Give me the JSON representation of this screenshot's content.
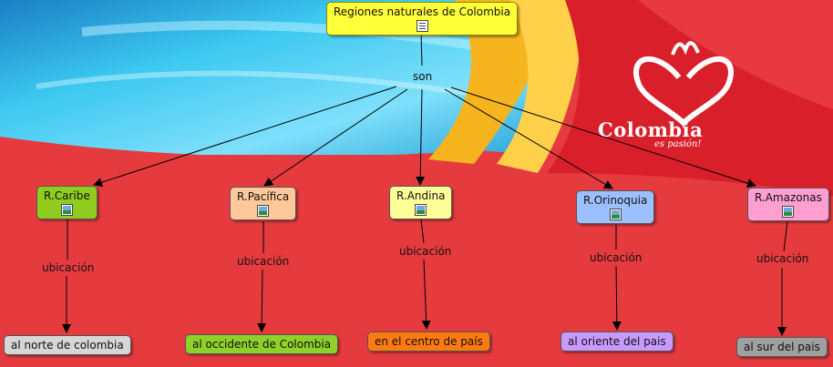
{
  "title": "Regiones naturales de Colombia",
  "link_son": "son",
  "background": {
    "logo_text": "Colombia",
    "logo_subtitle": "es pasión!",
    "colors": {
      "red": "#e63b3e",
      "sky": "#38c4ee",
      "gold": "#f6b41e"
    }
  },
  "regions": [
    {
      "name": "R.Caribe",
      "link": "ubicación",
      "location": "al norte de colombia",
      "color": "#8fcc1e",
      "loc_color": "#d6d6d6"
    },
    {
      "name": "R.Pacífica",
      "link": "ubicación",
      "location": "al occidente de Colombia",
      "color": "#ffc89a",
      "loc_color": "#8ed12a"
    },
    {
      "name": "R.Andina",
      "link": "ubicación",
      "location": "en el centro de país",
      "color": "#ffff9a",
      "loc_color": "#ff7a10"
    },
    {
      "name": "R.Orinoquia",
      "link": "ubicación",
      "location": "al oriente del pais",
      "color": "#9cc0ff",
      "loc_color": "#c89aff"
    },
    {
      "name": "R.Amazonas",
      "link": "ubicación",
      "location": "al sur del pais",
      "color": "#ff9ed0",
      "loc_color": "#a0a0a0"
    }
  ]
}
